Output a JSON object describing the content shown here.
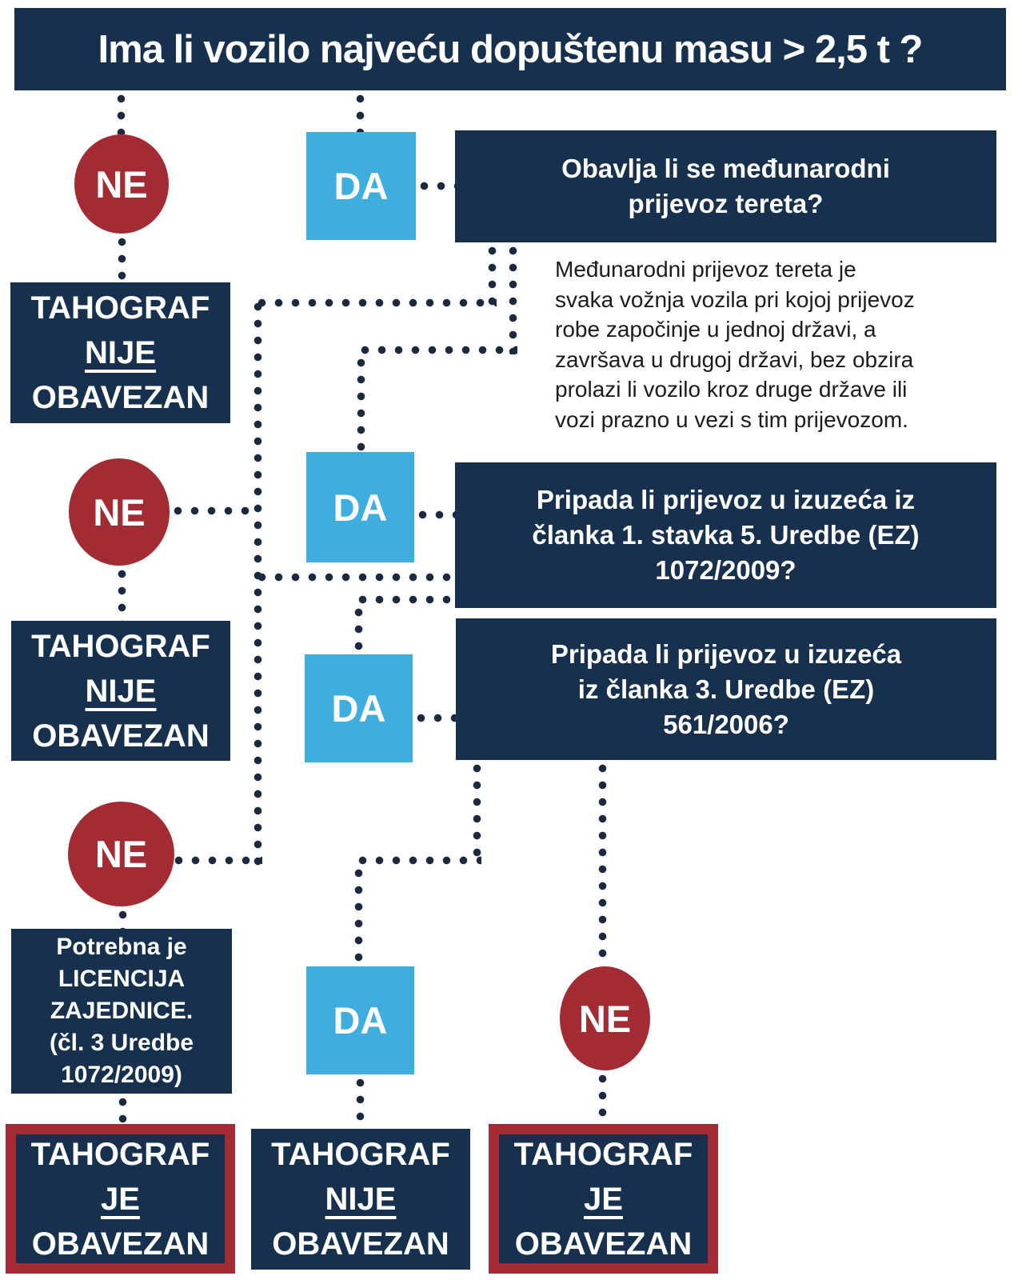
{
  "colors": {
    "navy": "#16304e",
    "red": "#a32b33",
    "light_blue": "#3fadde",
    "dot": "#1b2a40",
    "body_text": "#1c1c1e",
    "white": "#ffffff"
  },
  "title": "Ima li vozilo najveću dopuštenu masu > 2,5 t ?",
  "badges": {
    "ne": "NE",
    "da": "DA"
  },
  "questions": {
    "q1": "Obavlja li se međunarodni\nprijevoz tereta?",
    "q2": "Pripada li prijevoz u izuzeća iz\nčlanka 1. stavka 5. Uredbe (EZ)\n1072/2009?",
    "q3": "Pripada li prijevoz u izuzeća\niz članka 3. Uredbe (EZ)\n561/2006?"
  },
  "note": "Međunarodni prijevoz tereta je\nsvaka vožnja vozila pri kojoj prijevoz\nrobe započinje u jednoj državi, a\nzavršava u drugoj državi, bez obzira\nprolazi li vozilo kroz druge države ili\nvozi prazno u vezi s tim prijevozom.",
  "outcomes": {
    "not_required_1": {
      "line1": "TAHOGRAF",
      "line2": "NIJE",
      "line3": "OBAVEZAN"
    },
    "not_required_2": {
      "line1": "TAHOGRAF",
      "line2": "NIJE",
      "line3": "OBAVEZAN"
    },
    "licence": "Potrebna je\nLICENCIJA\nZAJEDNICE.\n(čl. 3 Uredbe\n1072/2009)",
    "required_bottom_left": {
      "line1": "TAHOGRAF",
      "line2": "JE",
      "line3": "OBAVEZAN"
    },
    "not_required_bottom_middle": {
      "line1": "TAHOGRAF",
      "line2": "NIJE",
      "line3": "OBAVEZAN"
    },
    "required_bottom_right": {
      "line1": "TAHOGRAF",
      "line2": "JE",
      "line3": "OBAVEZAN"
    }
  }
}
